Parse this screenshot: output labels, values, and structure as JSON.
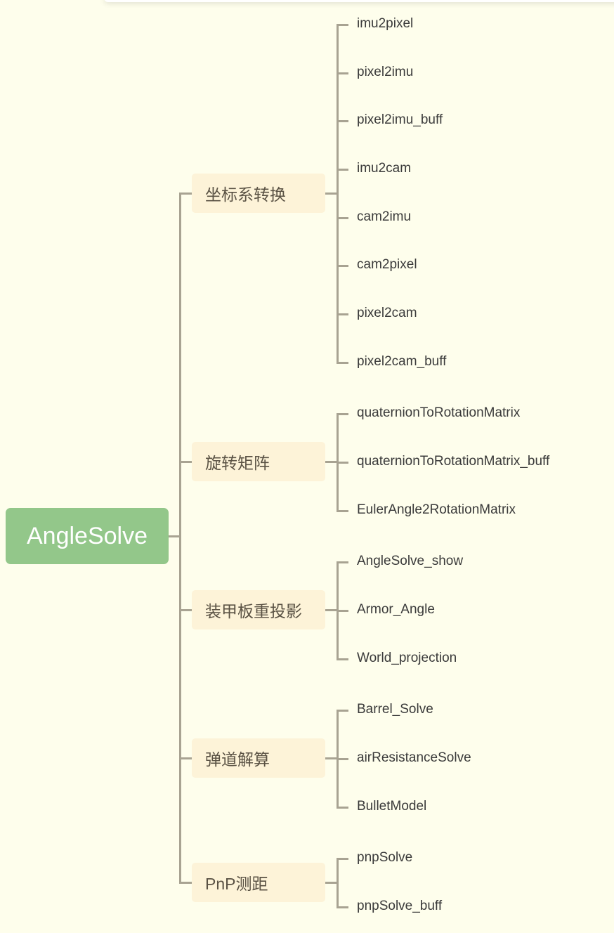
{
  "root": {
    "label": "AngleSolve"
  },
  "branches": [
    {
      "label": "坐标系转换",
      "children": [
        "imu2pixel",
        "pixel2imu",
        "pixel2imu_buff",
        "imu2cam",
        "cam2imu",
        "cam2pixel",
        "pixel2cam",
        "pixel2cam_buff"
      ]
    },
    {
      "label": "旋转矩阵",
      "children": [
        "quaternionToRotationMatrix",
        "quaternionToRotationMatrix_buff",
        "EulerAngle2RotationMatrix"
      ]
    },
    {
      "label": "装甲板重投影",
      "children": [
        "AngleSolve_show",
        "Armor_Angle",
        "World_projection"
      ]
    },
    {
      "label": "弹道解算",
      "children": [
        "Barrel_Solve",
        "airResistanceSolve",
        "BulletModel"
      ]
    },
    {
      "label": "PnP测距",
      "children": [
        "pnpSolve",
        "pnpSolve_buff"
      ]
    }
  ],
  "colors": {
    "root": "#93c78a",
    "branch": "#fdf3d8",
    "line": "#a8a392",
    "background": "#fefeec"
  }
}
